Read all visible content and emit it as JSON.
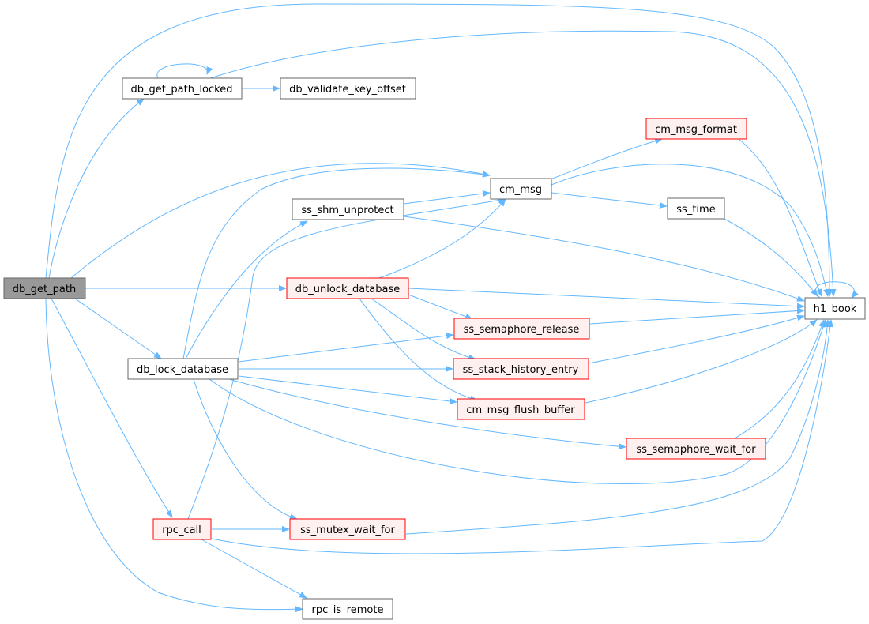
{
  "graph": {
    "nodes": {
      "db_get_path": {
        "label": "db_get_path",
        "style": "root"
      },
      "db_get_path_locked": {
        "label": "db_get_path_locked",
        "style": "normal"
      },
      "db_validate_key_offset": {
        "label": "db_validate_key_offset",
        "style": "normal"
      },
      "cm_msg_format": {
        "label": "cm_msg_format",
        "style": "truncated"
      },
      "cm_msg": {
        "label": "cm_msg",
        "style": "normal"
      },
      "ss_shm_unprotect": {
        "label": "ss_shm_unprotect",
        "style": "normal"
      },
      "ss_time": {
        "label": "ss_time",
        "style": "normal"
      },
      "db_unlock_database": {
        "label": "db_unlock_database",
        "style": "truncated"
      },
      "h1_book": {
        "label": "h1_book",
        "style": "normal"
      },
      "ss_semaphore_release": {
        "label": "ss_semaphore_release",
        "style": "truncated"
      },
      "db_lock_database": {
        "label": "db_lock_database",
        "style": "normal"
      },
      "ss_stack_history_entry": {
        "label": "ss_stack_history_entry",
        "style": "truncated"
      },
      "cm_msg_flush_buffer": {
        "label": "cm_msg_flush_buffer",
        "style": "truncated"
      },
      "ss_semaphore_wait_for": {
        "label": "ss_semaphore_wait_for",
        "style": "truncated"
      },
      "rpc_call": {
        "label": "rpc_call",
        "style": "truncated"
      },
      "ss_mutex_wait_for": {
        "label": "ss_mutex_wait_for",
        "style": "truncated"
      },
      "rpc_is_remote": {
        "label": "rpc_is_remote",
        "style": "normal"
      }
    },
    "edges": [
      [
        "db_get_path",
        "db_get_path_locked"
      ],
      [
        "db_get_path",
        "h1_book"
      ],
      [
        "db_get_path",
        "cm_msg"
      ],
      [
        "db_get_path",
        "db_unlock_database"
      ],
      [
        "db_get_path",
        "db_lock_database"
      ],
      [
        "db_get_path",
        "rpc_call"
      ],
      [
        "db_get_path",
        "rpc_is_remote"
      ],
      [
        "db_get_path_locked",
        "db_get_path_locked"
      ],
      [
        "db_get_path_locked",
        "db_validate_key_offset"
      ],
      [
        "db_get_path_locked",
        "h1_book"
      ],
      [
        "cm_msg",
        "cm_msg_format"
      ],
      [
        "cm_msg",
        "h1_book"
      ],
      [
        "cm_msg",
        "ss_time"
      ],
      [
        "cm_msg_format",
        "h1_book"
      ],
      [
        "ss_time",
        "h1_book"
      ],
      [
        "ss_shm_unprotect",
        "cm_msg"
      ],
      [
        "ss_shm_unprotect",
        "h1_book"
      ],
      [
        "db_unlock_database",
        "cm_msg"
      ],
      [
        "db_unlock_database",
        "h1_book"
      ],
      [
        "db_unlock_database",
        "ss_semaphore_release"
      ],
      [
        "db_unlock_database",
        "ss_stack_history_entry"
      ],
      [
        "db_unlock_database",
        "cm_msg_flush_buffer"
      ],
      [
        "db_lock_database",
        "cm_msg"
      ],
      [
        "db_lock_database",
        "ss_shm_unprotect"
      ],
      [
        "db_lock_database",
        "ss_semaphore_release"
      ],
      [
        "db_lock_database",
        "ss_stack_history_entry"
      ],
      [
        "db_lock_database",
        "cm_msg_flush_buffer"
      ],
      [
        "db_lock_database",
        "ss_semaphore_wait_for"
      ],
      [
        "db_lock_database",
        "h1_book"
      ],
      [
        "db_lock_database",
        "ss_mutex_wait_for"
      ],
      [
        "ss_semaphore_release",
        "h1_book"
      ],
      [
        "ss_stack_history_entry",
        "h1_book"
      ],
      [
        "cm_msg_flush_buffer",
        "h1_book"
      ],
      [
        "ss_semaphore_wait_for",
        "h1_book"
      ],
      [
        "ss_mutex_wait_for",
        "h1_book"
      ],
      [
        "rpc_call",
        "cm_msg"
      ],
      [
        "rpc_call",
        "ss_mutex_wait_for"
      ],
      [
        "rpc_call",
        "h1_book"
      ],
      [
        "rpc_call",
        "rpc_is_remote"
      ],
      [
        "h1_book",
        "h1_book"
      ]
    ]
  },
  "colors": {
    "edge": "#63b8ff",
    "root_fill": "#999999",
    "root_stroke": "#666666",
    "normal_fill": "#ffffff",
    "normal_stroke": "#666666",
    "truncated_fill": "#fff0f0",
    "truncated_stroke": "#ff0000",
    "text": "#000000"
  }
}
